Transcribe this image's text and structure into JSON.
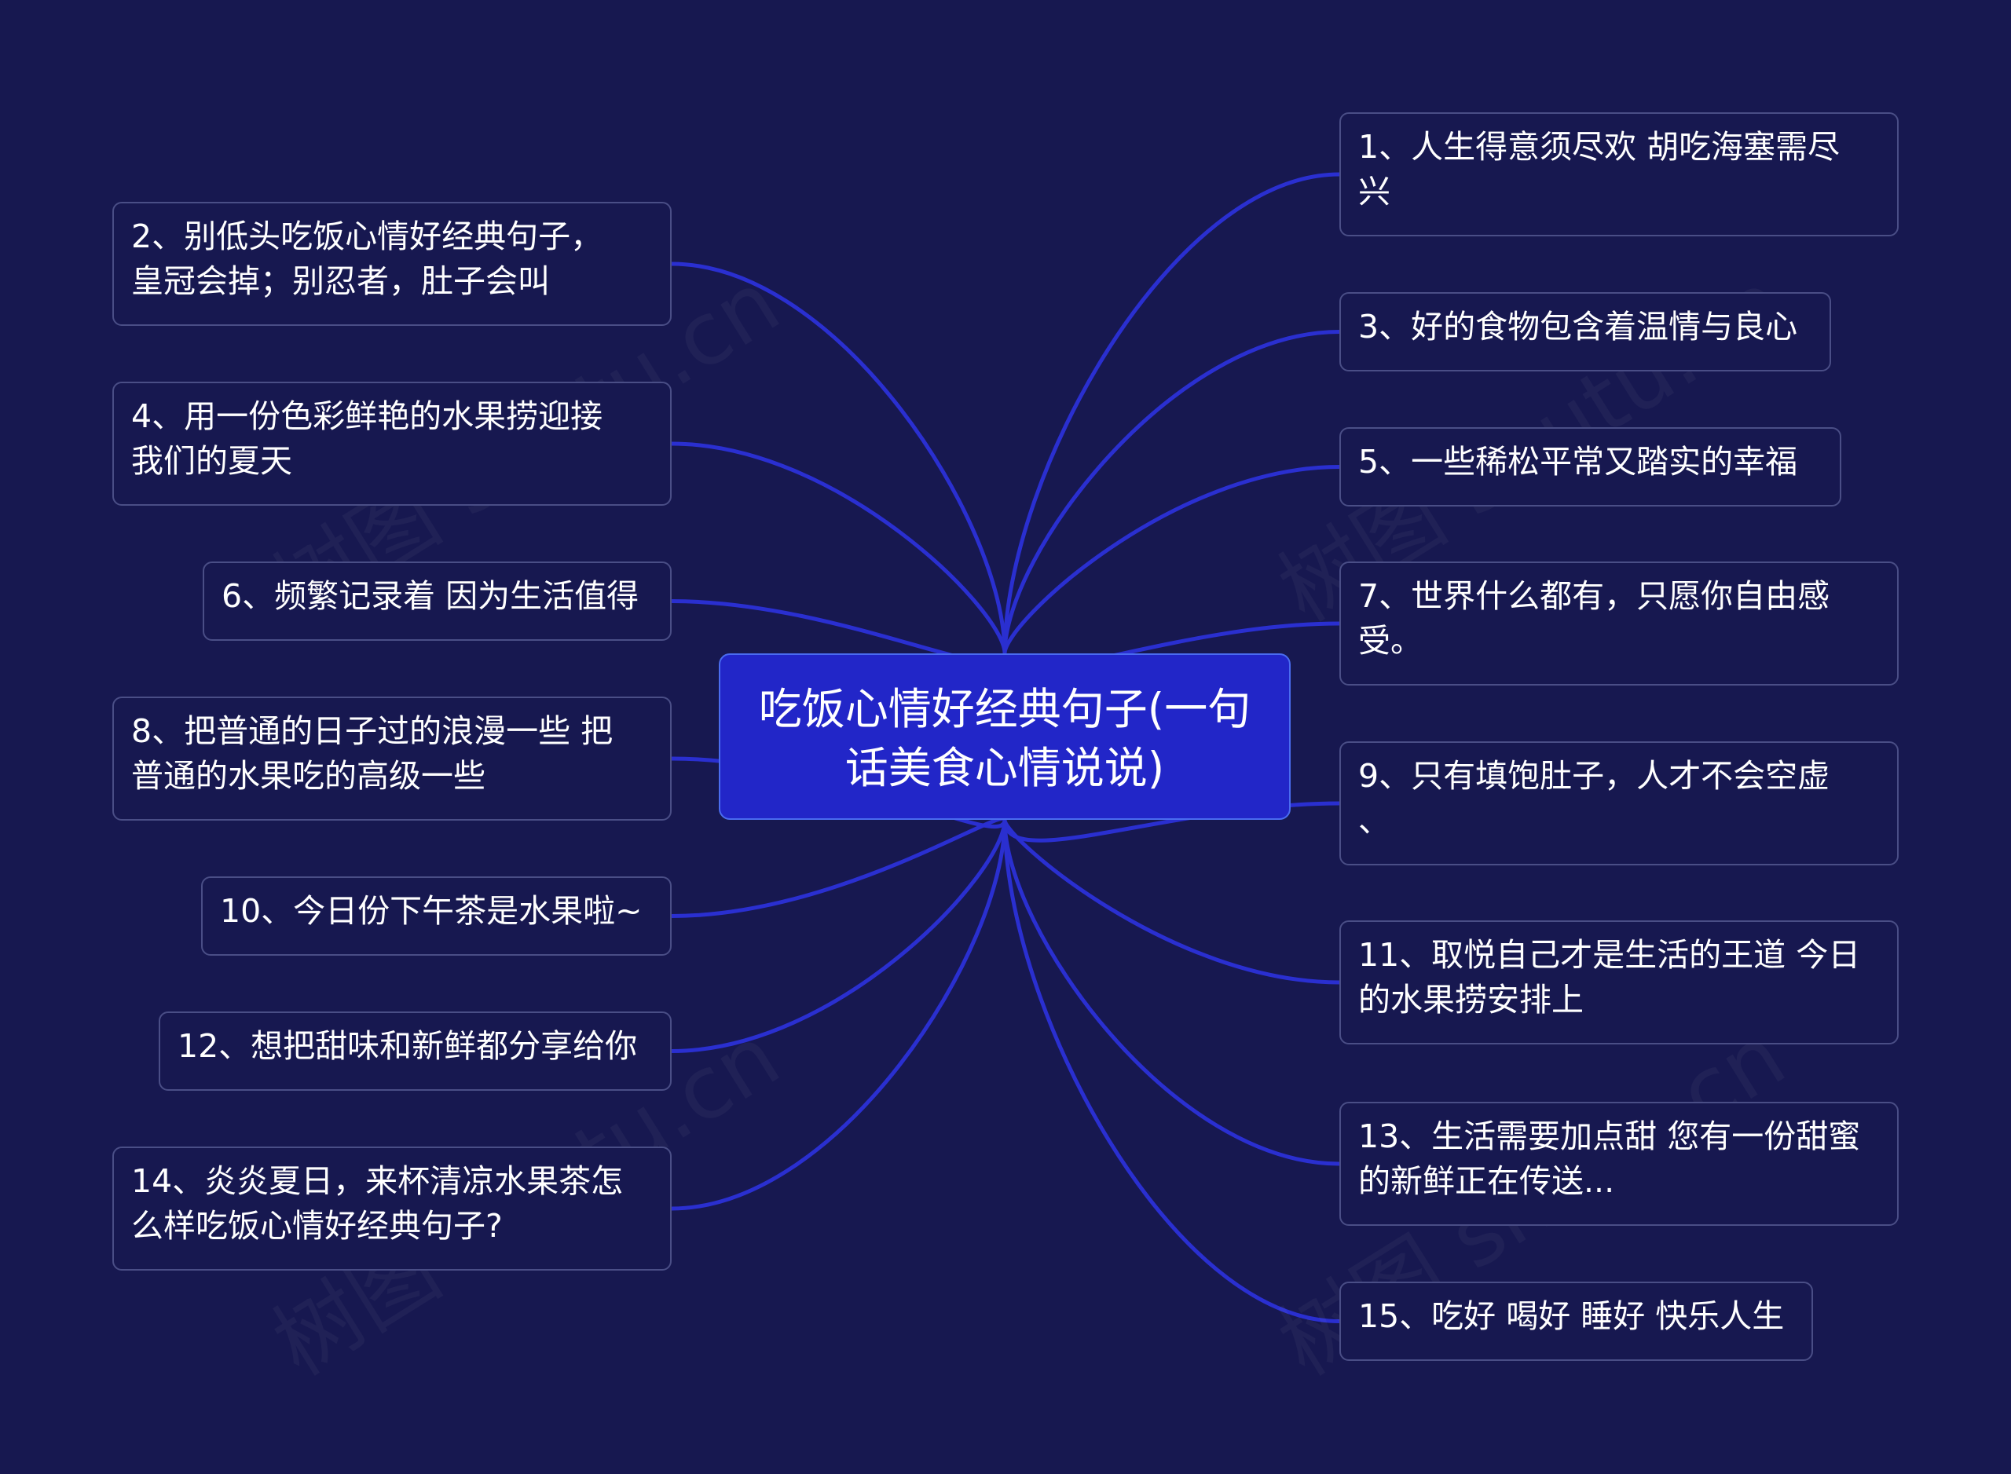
{
  "root": {
    "lines": [
      "吃饭心情好经典句子(一句",
      "话美食心情说说)"
    ]
  },
  "branches": [
    {
      "id": "n1",
      "side": "right",
      "lines": [
        "1、人生得意须尽欢 胡吃海塞需尽",
        "兴"
      ]
    },
    {
      "id": "n2",
      "side": "left",
      "lines": [
        "2、别低头吃饭心情好经典句子，",
        "皇冠会掉；别忍者，肚子会叫"
      ]
    },
    {
      "id": "n3",
      "side": "right",
      "lines": [
        "3、好的食物包含着温情与良心"
      ]
    },
    {
      "id": "n4",
      "side": "left",
      "lines": [
        "4、用一份色彩鲜艳的水果捞迎接",
        "我们的夏天"
      ]
    },
    {
      "id": "n5",
      "side": "right",
      "lines": [
        "5、一些稀松平常又踏实的幸福"
      ]
    },
    {
      "id": "n6",
      "side": "left",
      "lines": [
        "6、频繁记录着 因为生活值得"
      ]
    },
    {
      "id": "n7",
      "side": "right",
      "lines": [
        "7、世界什么都有，只愿你自由感",
        "受。"
      ]
    },
    {
      "id": "n8",
      "side": "left",
      "lines": [
        "8、把普通的日子过的浪漫一些 把",
        "普通的水果吃的高级一些"
      ]
    },
    {
      "id": "n9",
      "side": "right",
      "lines": [
        "9、只有填饱肚子，人才不会空虚",
        "、"
      ]
    },
    {
      "id": "n10",
      "side": "left",
      "lines": [
        "10、今日份下午茶是水果啦~"
      ]
    },
    {
      "id": "n11",
      "side": "right",
      "lines": [
        "11、取悦自己才是生活的王道 今日",
        "的水果捞安排上"
      ]
    },
    {
      "id": "n12",
      "side": "left",
      "lines": [
        "12、想把甜味和新鲜都分享给你"
      ]
    },
    {
      "id": "n13",
      "side": "right",
      "lines": [
        "13、生活需要加点甜 您有一份甜蜜",
        "的新鲜正在传送..."
      ]
    },
    {
      "id": "n14",
      "side": "left",
      "lines": [
        "14、炎炎夏日，来杯清凉水果茶怎",
        "么样吃饭心情好经典句子?"
      ]
    },
    {
      "id": "n15",
      "side": "right",
      "lines": [
        "15、吃好 喝好 睡好 快乐人生"
      ]
    }
  ],
  "colors": {
    "background": "#171850",
    "connector": "#2a2fd0",
    "root_fill": "#2226c8",
    "node_border": "#4a4e86"
  },
  "watermark": "树图 shutu.cn"
}
